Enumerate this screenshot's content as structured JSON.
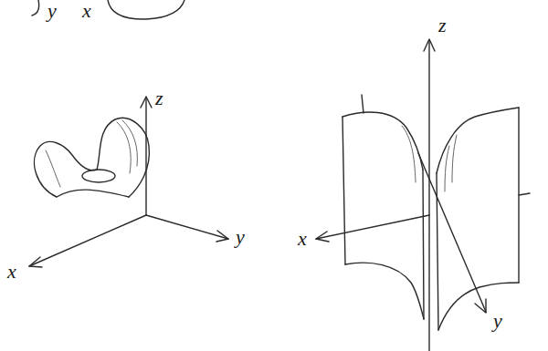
{
  "diagram": {
    "labels": [
      "y",
      "x",
      "z",
      "x",
      "y",
      "z",
      "x",
      "y"
    ]
  }
}
